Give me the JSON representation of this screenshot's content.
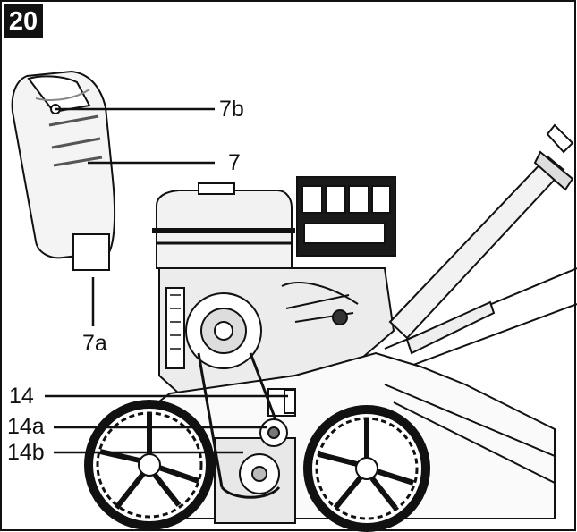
{
  "figure": {
    "number": "20",
    "callouts": {
      "c7b": "7b",
      "c7": "7",
      "c7a": "7a",
      "c14": "14",
      "c14a": "14a",
      "c14b": "14b"
    }
  },
  "colors": {
    "line": "#111111",
    "fill": "#ffffff",
    "shade": "#d8d8d8"
  }
}
